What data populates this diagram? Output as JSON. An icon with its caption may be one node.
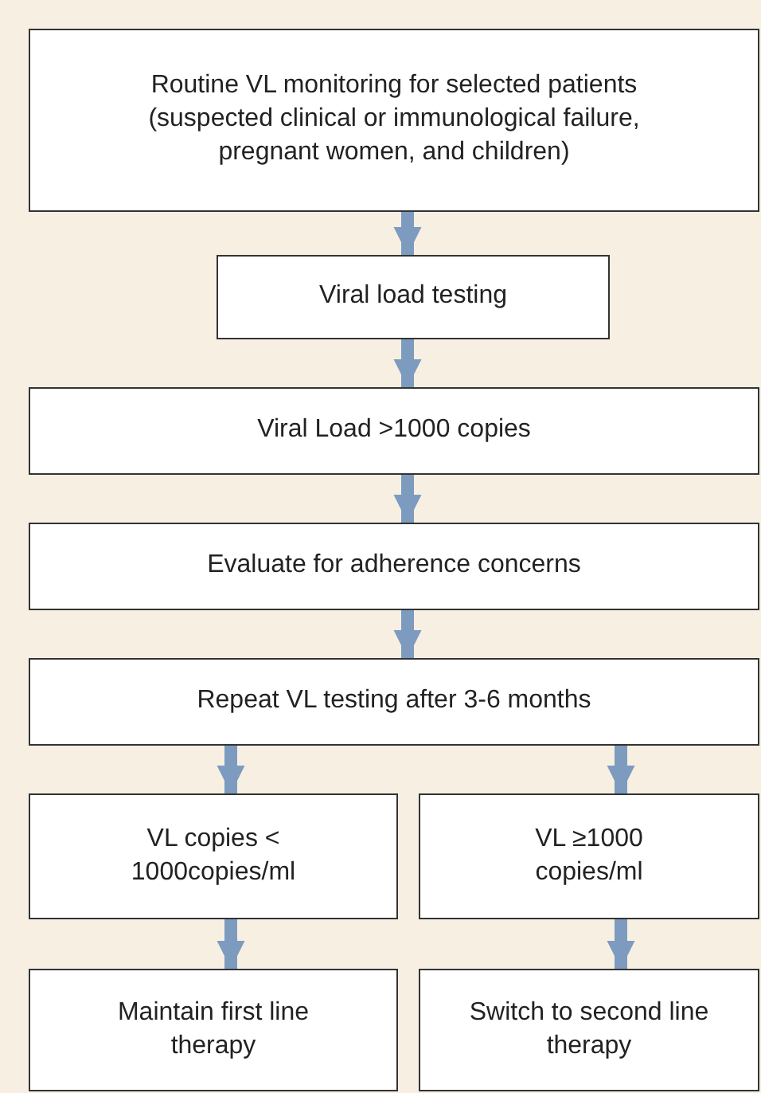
{
  "diagram": {
    "nodes": [
      {
        "text": [
          "Routine VL monitoring for selected patients (suspected clinical or immunological failure, pregnant women, and children)"
        ]
      },
      {
        "text": [
          "Viral load testing"
        ]
      },
      {
        "text": [
          "Viral Load >1000 copies"
        ]
      },
      {
        "text": [
          "Evaluate for adherence concerns"
        ]
      },
      {
        "text": [
          "Repeat VL testing after 3-6 months"
        ]
      },
      {
        "text": [
          "VL copies < 1000copies/ml"
        ]
      },
      {
        "text": [
          "VL ≥1000 copies/ml"
        ]
      },
      {
        "text": [
          "Maintain first line therapy"
        ]
      },
      {
        "text": [
          "Switch to second line therapy"
        ]
      }
    ],
    "edges": [
      {
        "from": 0,
        "to": 1,
        "arrow": "to"
      },
      {
        "from": 1,
        "to": 2,
        "arrow": "to"
      },
      {
        "from": 2,
        "to": 3,
        "arrow": "to"
      },
      {
        "from": 3,
        "to": 4,
        "arrow": "to"
      },
      {
        "from": 4,
        "to": 5,
        "arrow": "to"
      },
      {
        "from": 4,
        "to": 6,
        "arrow": "to"
      },
      {
        "from": 5,
        "to": 7,
        "arrow": "to"
      },
      {
        "from": 6,
        "to": 8,
        "arrow": "to"
      }
    ]
  }
}
